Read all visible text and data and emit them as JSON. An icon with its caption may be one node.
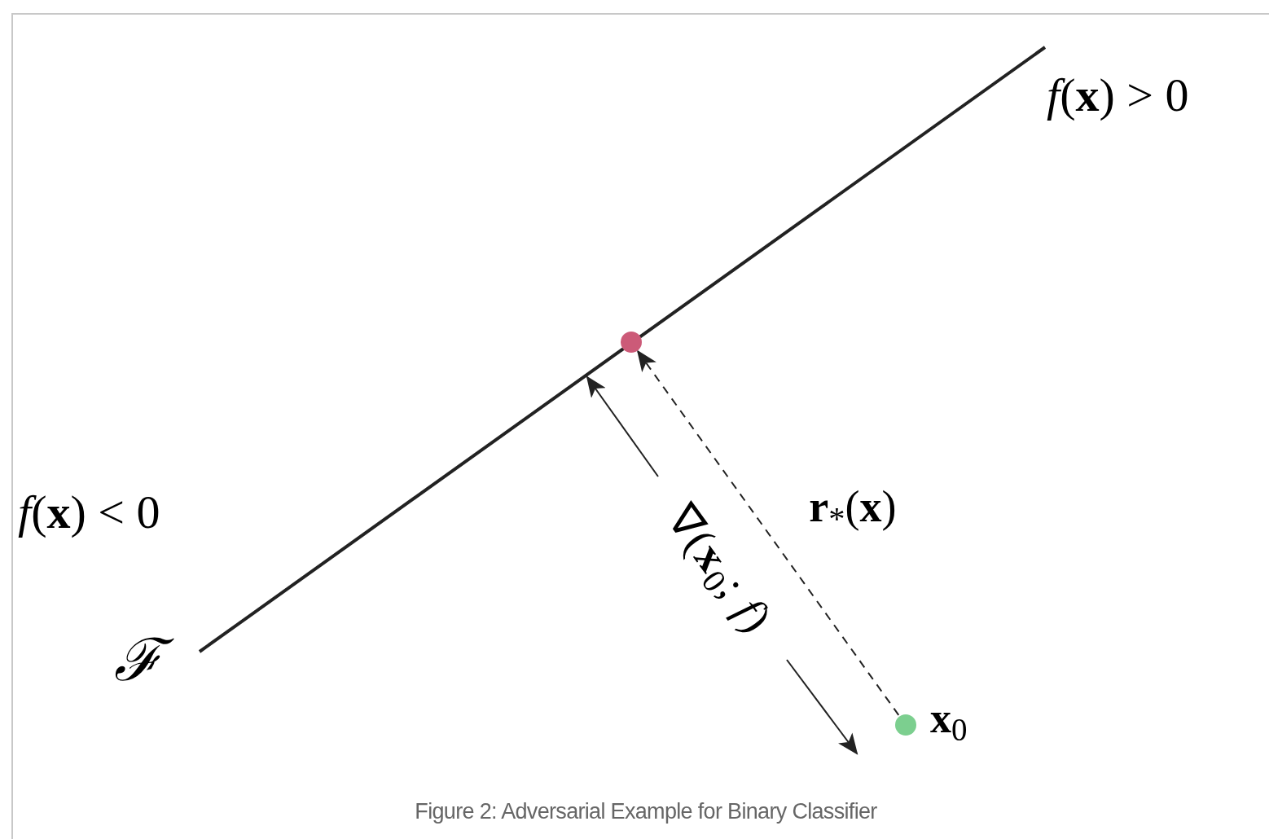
{
  "diagram": {
    "caption": "Figure 2: Adversarial Example for Binary Classifier",
    "nodes": [
      {
        "text": [],
        "shape": "circle"
      },
      {
        "text": [],
        "shape": "circle",
        "beside": [
          "**x**$_{0}$"
        ]
      }
    ],
    "edges": [
      {
        "from": 1,
        "to": 0,
        "arrow": "to",
        "style": "dashed",
        "label": "**r**$_{*}$(**x**)"
      }
    ],
    "labels": [
      "*f*(**x**) > 0",
      "*f*(**x**) < 0",
      "ℱ",
      "∇(**x**$_{0}$; *f*)"
    ]
  }
}
